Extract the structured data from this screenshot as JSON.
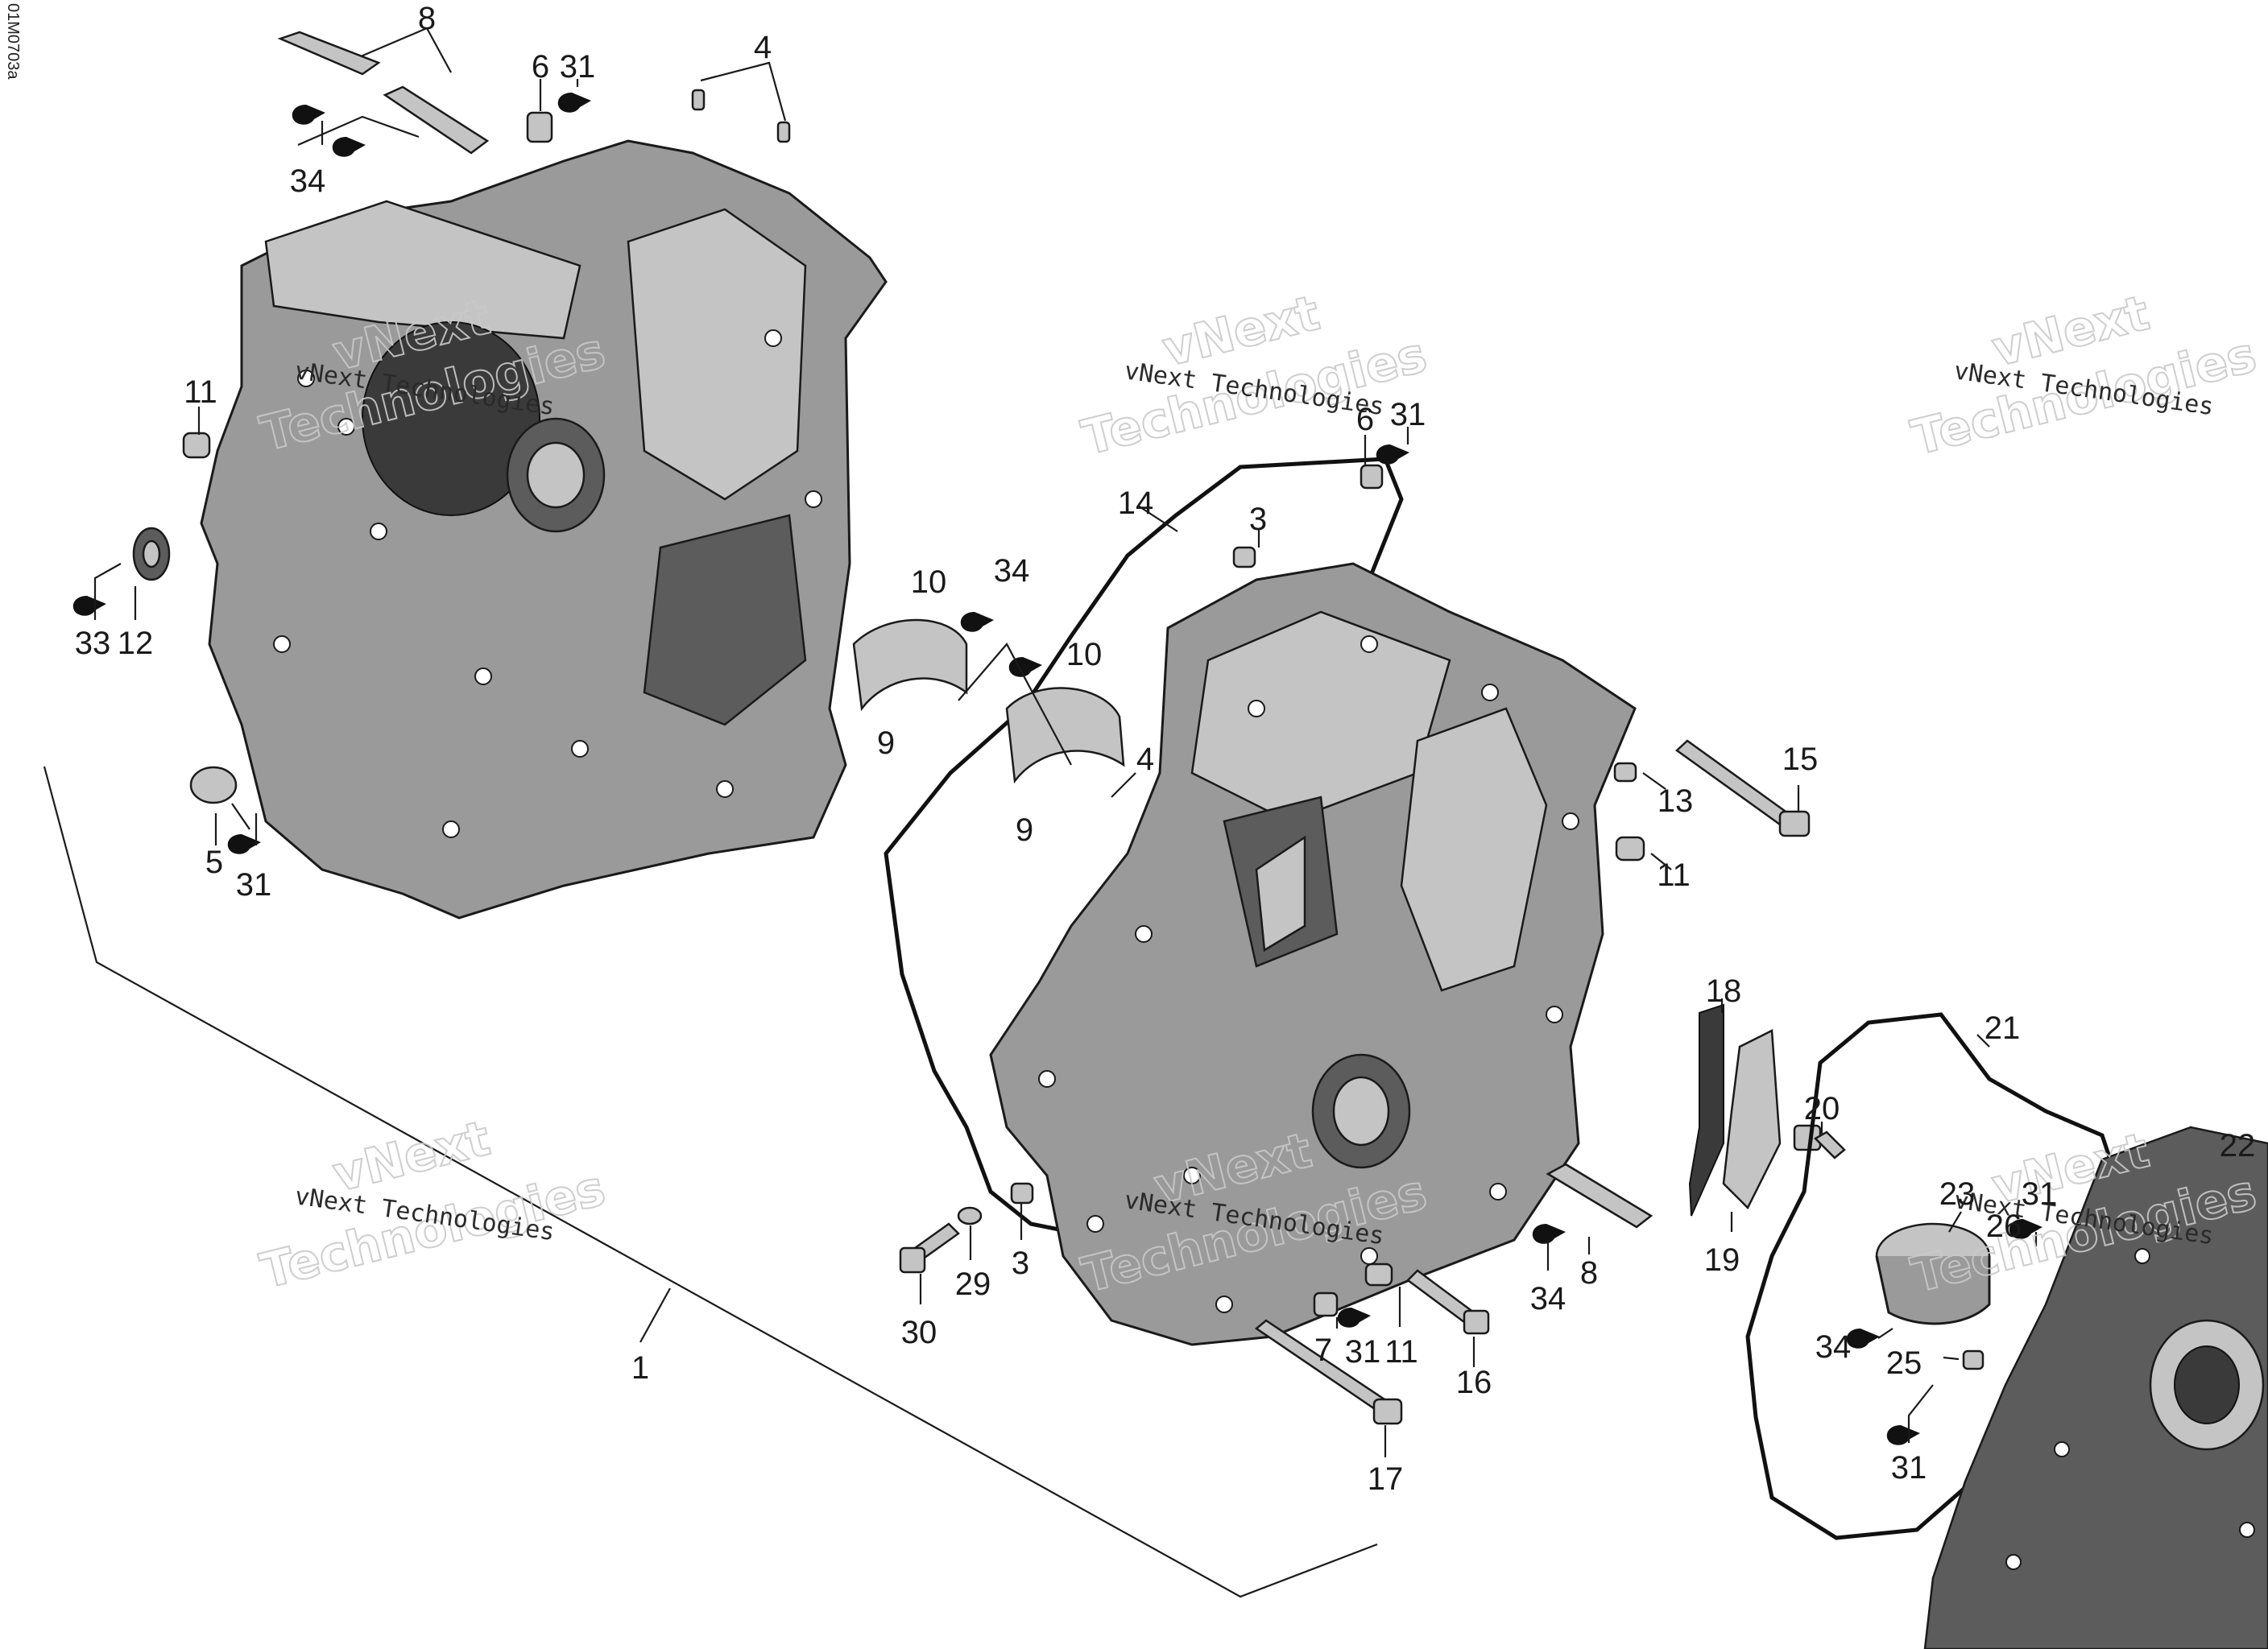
{
  "document_id": "01M0703a",
  "watermark": {
    "brand": "vNext",
    "technologies": "Technologies",
    "full": "vNext Technologies"
  },
  "callouts": {
    "c1": "1",
    "c3a": "3",
    "c3b": "3",
    "c4a": "4",
    "c4b": "4",
    "c5": "5",
    "c6a": "6",
    "c6b": "6",
    "c7": "7",
    "c8a": "8",
    "c8b": "8",
    "c9a": "9",
    "c9b": "9",
    "c10a": "10",
    "c10b": "10",
    "c11a": "11",
    "c11b": "11",
    "c11c": "11",
    "c12": "12",
    "c13": "13",
    "c14": "14",
    "c15": "15",
    "c16": "16",
    "c17": "17",
    "c18": "18",
    "c19": "19",
    "c20": "20",
    "c21": "21",
    "c22": "22",
    "c23": "23",
    "c25": "25",
    "c26": "26",
    "c29": "29",
    "c30": "30",
    "c31a": "31",
    "c31b": "31",
    "c31c": "31",
    "c31d": "31",
    "c31e": "31",
    "c31f": "31",
    "c33": "33",
    "c34a": "34",
    "c34b": "34",
    "c34c": "34",
    "c34d": "34"
  }
}
